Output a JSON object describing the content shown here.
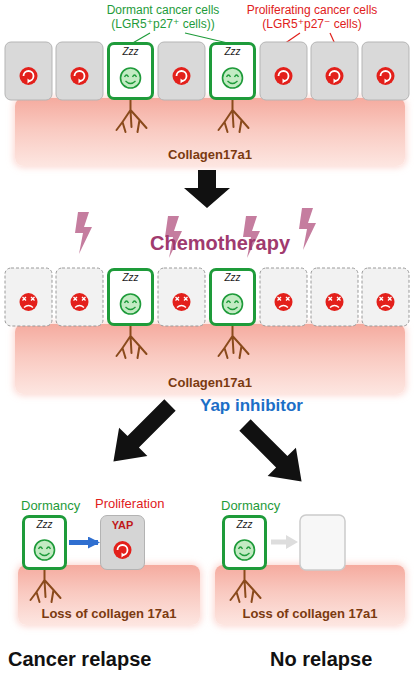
{
  "diagram": {
    "nodes": [
      {
        "text": [
          "Zzz"
        ]
      },
      {
        "text": [
          "Zzz"
        ]
      },
      {
        "text": [
          "Collagen17a1"
        ]
      },
      {
        "text": [
          "Zzz"
        ]
      },
      {
        "text": [
          "Zzz"
        ]
      },
      {
        "text": [
          "Collagen17a1"
        ]
      },
      {
        "text": [
          "Dormancy",
          "Zzz"
        ]
      },
      {
        "text": [
          "Proliferation",
          "YAP"
        ]
      },
      {
        "text": [
          "Loss of collagen 17a1"
        ]
      },
      {
        "text": [
          "Dormancy",
          "Zzz"
        ]
      },
      {
        "text": [
          "Loss of collagen 17a1"
        ]
      }
    ],
    "edges": [
      {
        "from": 6,
        "to": 7,
        "arrow": "to"
      }
    ],
    "labels": [
      "Dormant cancer cells (LGR5⁺p27⁺ cells))",
      "Proliferating cancer cells (LGR5⁺p27⁻ cells)",
      "Chemotherapy",
      "Yap inhibitor",
      "Cancer relapse",
      "No relapse"
    ]
  }
}
